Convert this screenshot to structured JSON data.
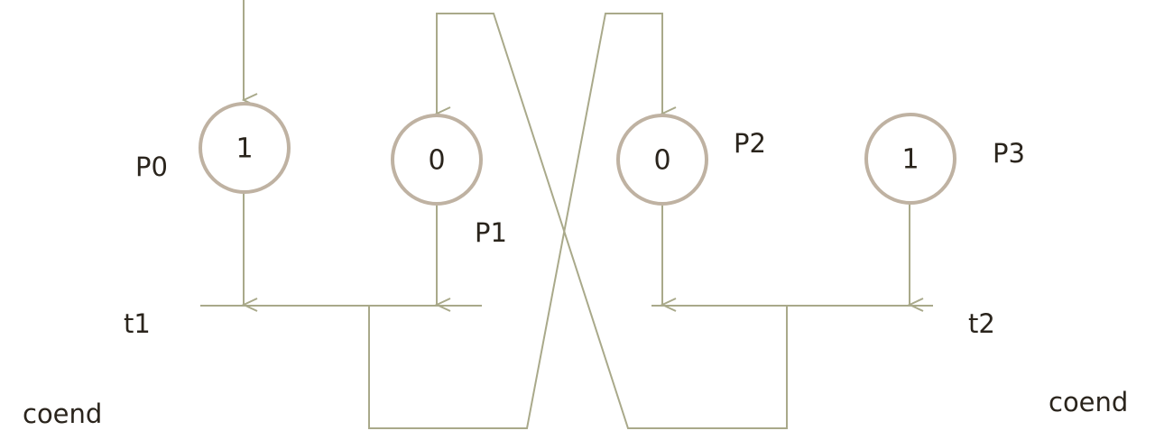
{
  "places": [
    {
      "id": "p0",
      "label": "P0",
      "tokens": "1"
    },
    {
      "id": "p1",
      "label": "P1",
      "tokens": "0"
    },
    {
      "id": "p2",
      "label": "P2",
      "tokens": "0"
    },
    {
      "id": "p3",
      "label": "P3",
      "tokens": "1"
    }
  ],
  "transitions": [
    {
      "id": "t1",
      "label": "t1"
    },
    {
      "id": "t2",
      "label": "t2"
    }
  ],
  "coend_labels": [
    "coend",
    "coend"
  ],
  "colors": {
    "arc": "#a9a98a",
    "place_border": "#bfb2a2",
    "text": "#2a241c"
  }
}
